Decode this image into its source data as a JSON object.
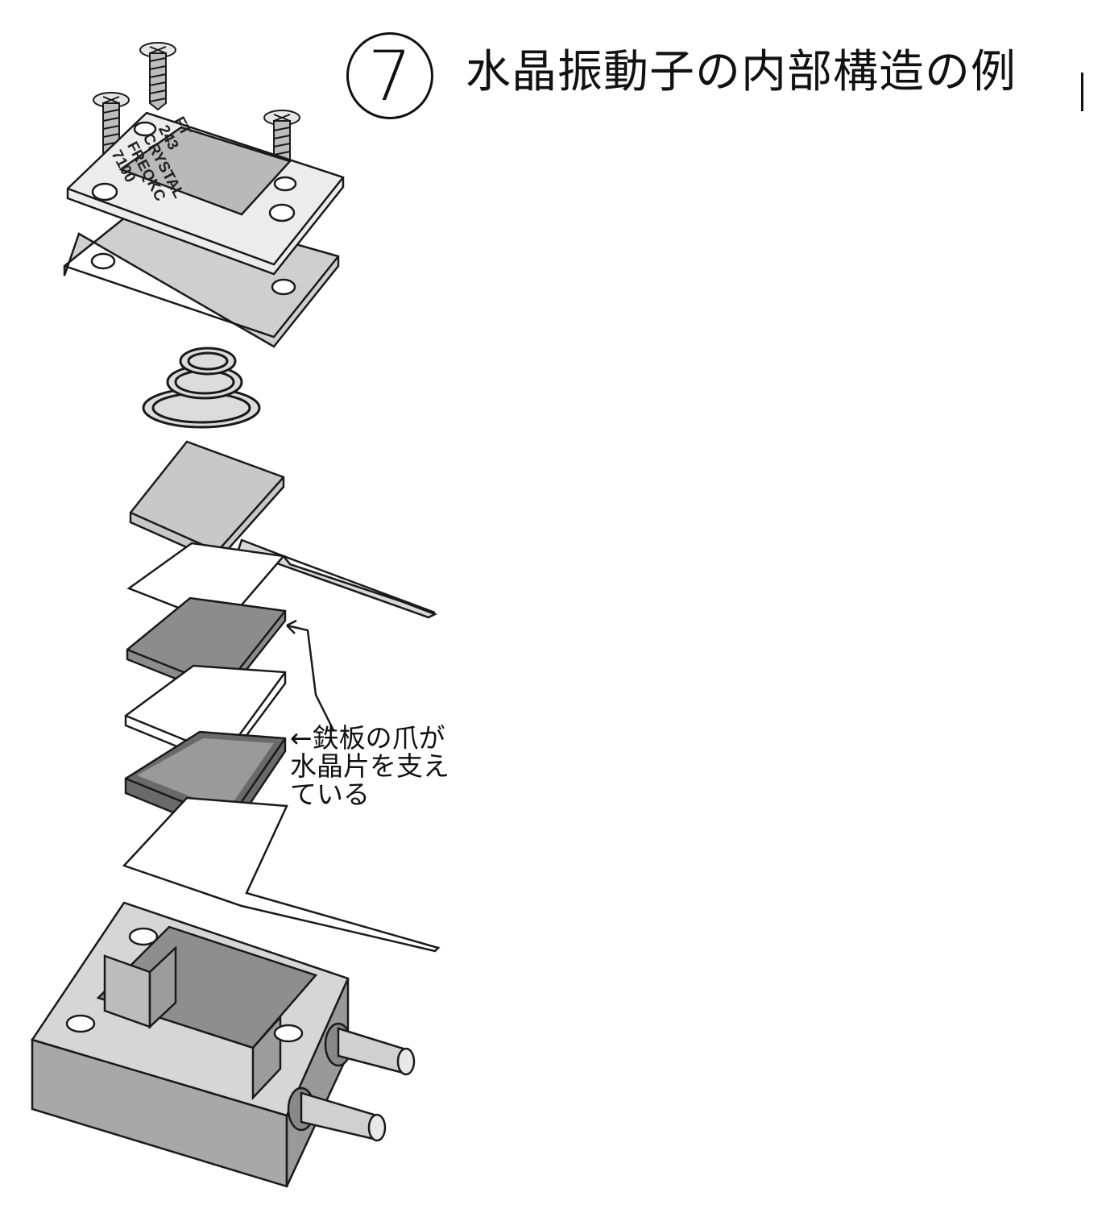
{
  "title": {
    "number": "7",
    "text": "水晶振動子の内部構造の例"
  },
  "plate": {
    "lines": [
      "FT",
      "243",
      "CRYSTAL",
      "FREQKC",
      "7100"
    ]
  },
  "callout": {
    "lines": [
      "←鉄板の爪が",
      "水晶片を支え",
      "ている"
    ]
  },
  "colors": {
    "line": "#1a1a1a",
    "plate_face": "#ececec",
    "plate_inset": "#b9b9b9",
    "gasket": "#cfcfcf",
    "electrode_light": "#c8c8c8",
    "electrode_dark": "#8c8c8c",
    "crystal_dark": "#6a6a6a",
    "housing_top": "#d6d6d6",
    "housing_side": "#a8a8a8"
  }
}
